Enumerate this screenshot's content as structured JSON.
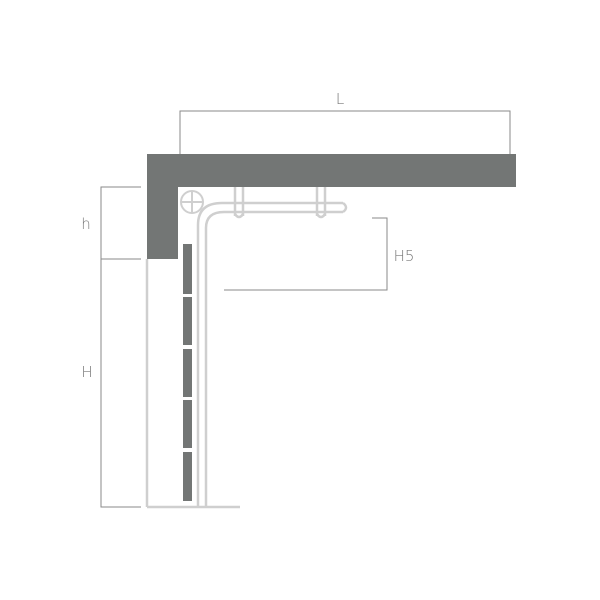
{
  "labels": {
    "length": "L",
    "header_height": "h",
    "door_height": "H",
    "h5": "H5"
  },
  "colors": {
    "structure": "#737675",
    "rail": "#cfcfcf",
    "dimension_line": "#8a8a8a",
    "label_text": "#777777",
    "panel_slat": "#737675"
  }
}
